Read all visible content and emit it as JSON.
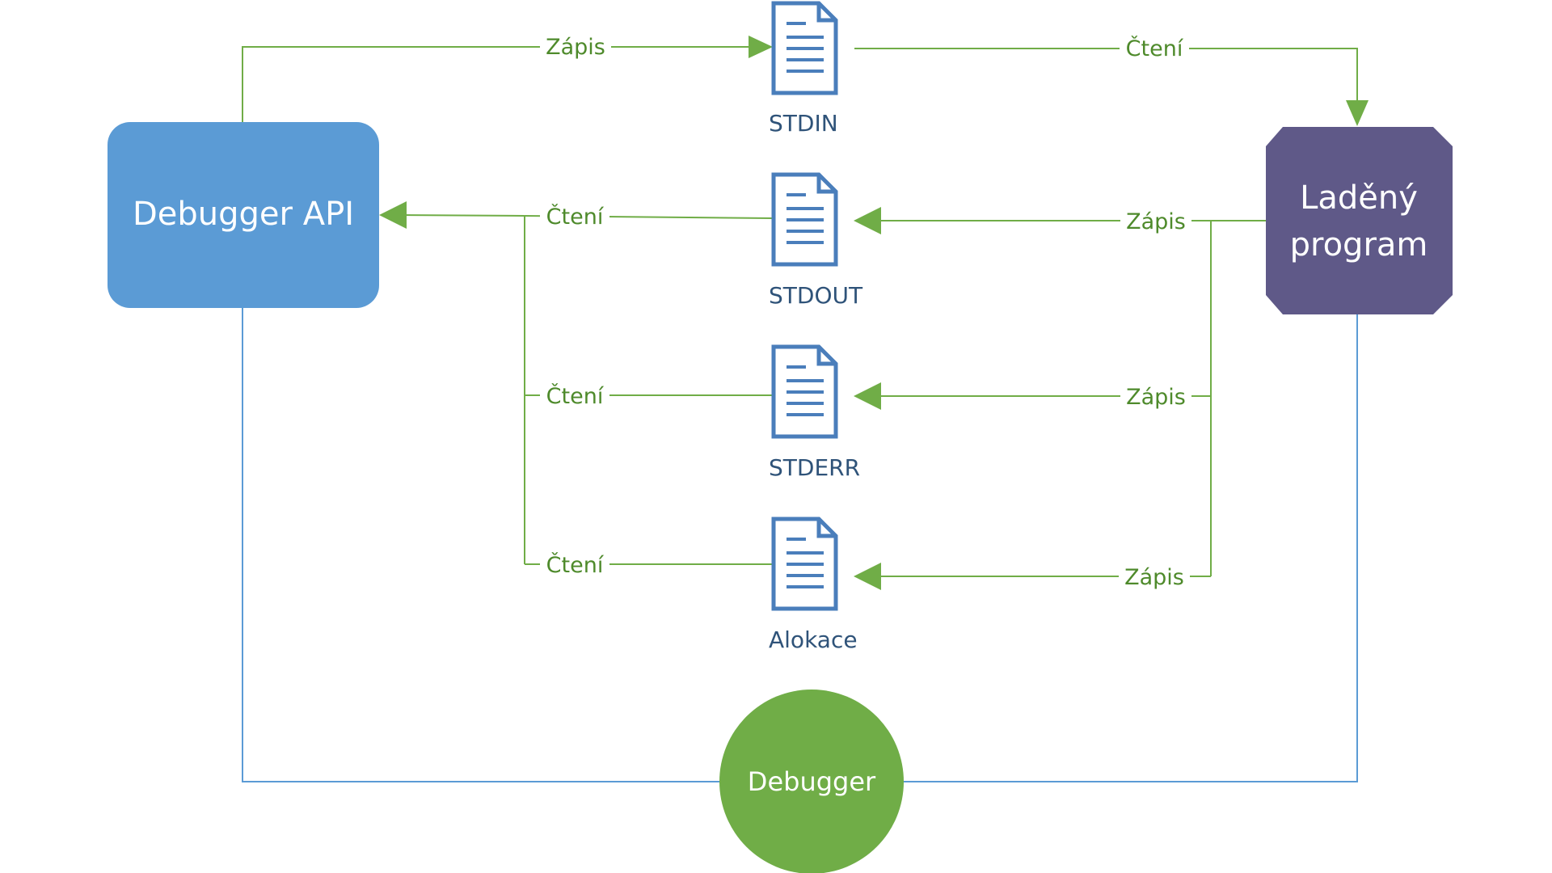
{
  "nodes": {
    "api": {
      "label": "Debugger API",
      "color": "#5b9bd5"
    },
    "program": {
      "label_lines": [
        "Laděný",
        "program"
      ],
      "color": "#5f5988"
    },
    "debugger": {
      "label": "Debugger",
      "color": "#70ad47"
    }
  },
  "files": [
    {
      "id": "stdin",
      "label": "STDIN"
    },
    {
      "id": "stdout",
      "label": "STDOUT"
    },
    {
      "id": "stderr",
      "label": "STDERR"
    },
    {
      "id": "alokace",
      "label": "Alokace"
    }
  ],
  "edges": {
    "api_to_stdin": "Zápis",
    "stdin_to_program": "Čtení",
    "stdout_to_api": "Čtení",
    "stderr_to_api": "Čtení",
    "alokace_to_api": "Čtení",
    "program_to_stdout": "Zápis",
    "program_to_stderr": "Zápis",
    "program_to_alokace": "Zápis"
  },
  "colors": {
    "edge": "#70ad47",
    "edge_text": "#4e8a2b",
    "file_icon": "#4a7ebb",
    "file_label": "#2f5379",
    "debugger_link": "#5b9bd5"
  }
}
